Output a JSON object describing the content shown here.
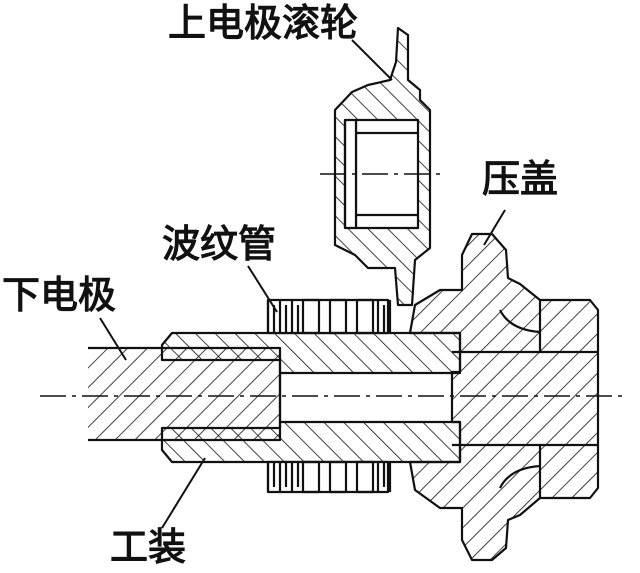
{
  "labels": {
    "upper_electrode_roller": "上电极滚轮",
    "pressure_cover": "压盖",
    "bellows": "波纹管",
    "lower_electrode": "下电极",
    "fixture": "工装"
  },
  "colors": {
    "line": "#111111",
    "background": "#ffffff"
  }
}
